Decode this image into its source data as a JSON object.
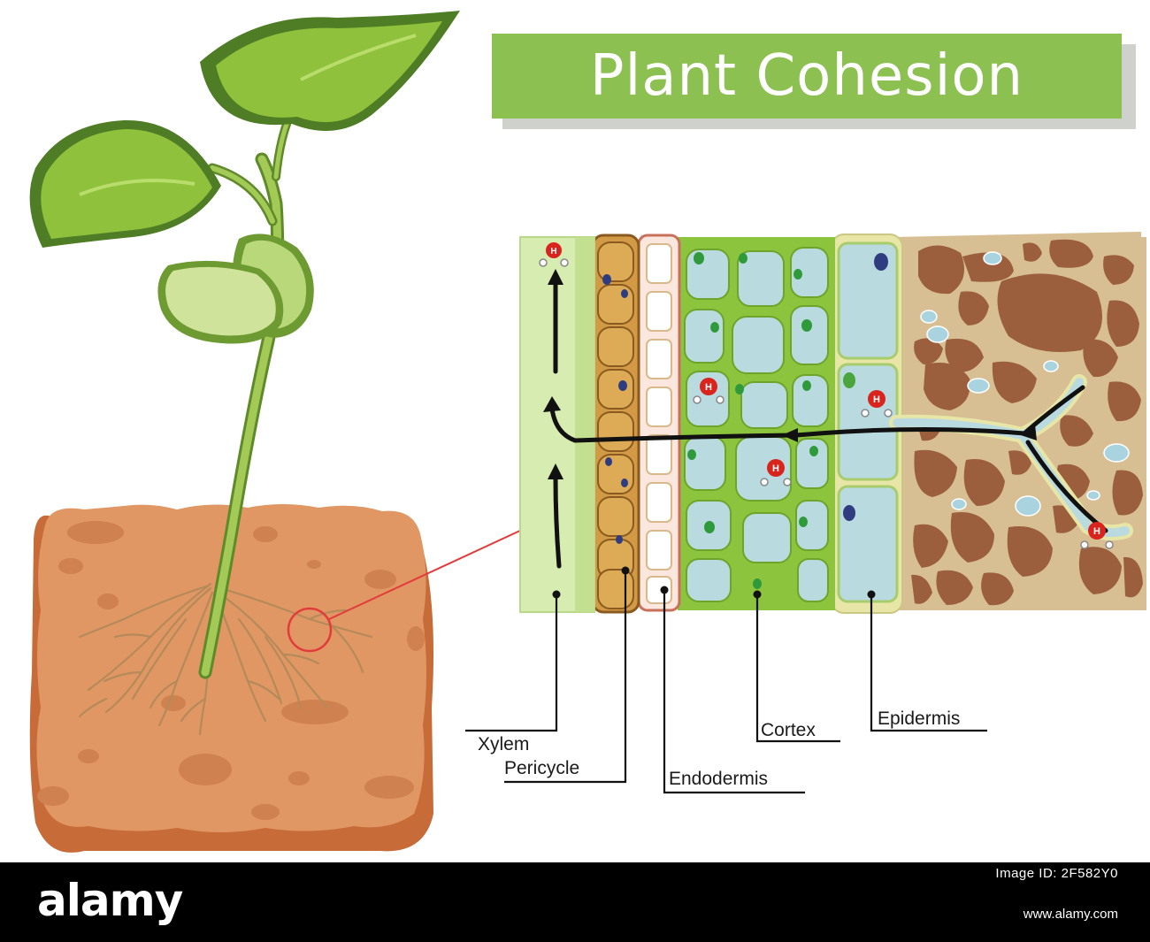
{
  "title": "Plant Cohesion",
  "labels": {
    "xylem": "Xylem",
    "pericycle": "Pericycle",
    "endodermis": "Endodermis",
    "cortex": "Cortex",
    "epidermis": "Epidermis"
  },
  "molecule_letter": "H",
  "footer": {
    "brand": "alamy",
    "image_id": "Image ID: 2F582Y0",
    "url": "www.alamy.com"
  },
  "colors": {
    "title_bg": "#8cc151",
    "soil": "#e09763",
    "leaf": "#8fc13c",
    "cortex": "#8cc43d",
    "xylem": "#d6ecb0",
    "pericycle": "#ddaa55",
    "water_cell": "#b9dbe0",
    "soil_particle": "#9b5f3e",
    "zoom_line": "#e33b3b"
  }
}
